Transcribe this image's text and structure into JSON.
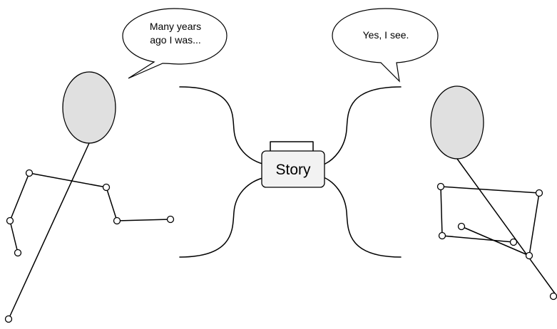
{
  "speech": {
    "left": {
      "lines": [
        "Many years",
        "ago I was..."
      ]
    },
    "right": {
      "lines": [
        "Yes, I see."
      ]
    }
  },
  "story_box": {
    "label": "Story"
  },
  "colors": {
    "head_fill": "#e0e0e0",
    "box_fill": "#f2f2f2",
    "stroke": "#000000"
  },
  "icons": {
    "storyteller": "stick-figure",
    "listener": "stick-figure",
    "story_box": "briefcase-shape"
  }
}
